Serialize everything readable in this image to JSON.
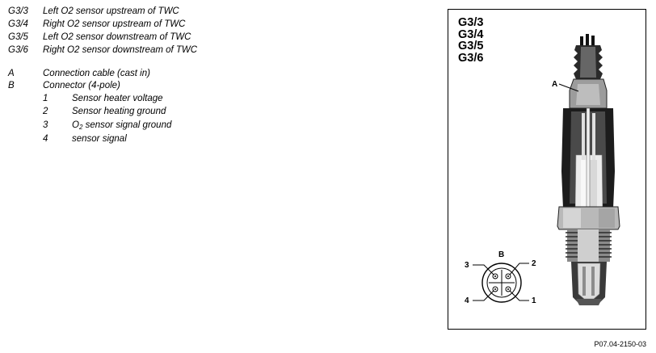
{
  "legend": {
    "components": [
      {
        "code": "G3/3",
        "desc": "Left O2 sensor upstream of TWC"
      },
      {
        "code": "G3/4",
        "desc": "Right O2 sensor upstream of TWC"
      },
      {
        "code": "G3/5",
        "desc": "Left O2 sensor downstream of TWC"
      },
      {
        "code": "G3/6",
        "desc": "Right O2 sensor downstream of TWC"
      }
    ],
    "parts": [
      {
        "code": "A",
        "desc": "Connection cable (cast in)"
      },
      {
        "code": "B",
        "desc": "Connector (4-pole)"
      }
    ],
    "pins": [
      {
        "num": "1",
        "desc": "Sensor heater voltage"
      },
      {
        "num": "2",
        "desc": "Sensor heating ground"
      },
      {
        "num": "3",
        "desc_pre": "O",
        "desc_sub": "2",
        "desc_post": " sensor signal ground"
      },
      {
        "num": "4",
        "desc": "sensor signal"
      }
    ]
  },
  "figure": {
    "titles": [
      "G3/3",
      "G3/4",
      "G3/5",
      "G3/6"
    ],
    "label_a": "A",
    "label_b": "B",
    "pin_labels": {
      "p1": "1",
      "p2": "2",
      "p3": "3",
      "p4": "4"
    }
  },
  "ref_code": "P07.04-2150-03"
}
